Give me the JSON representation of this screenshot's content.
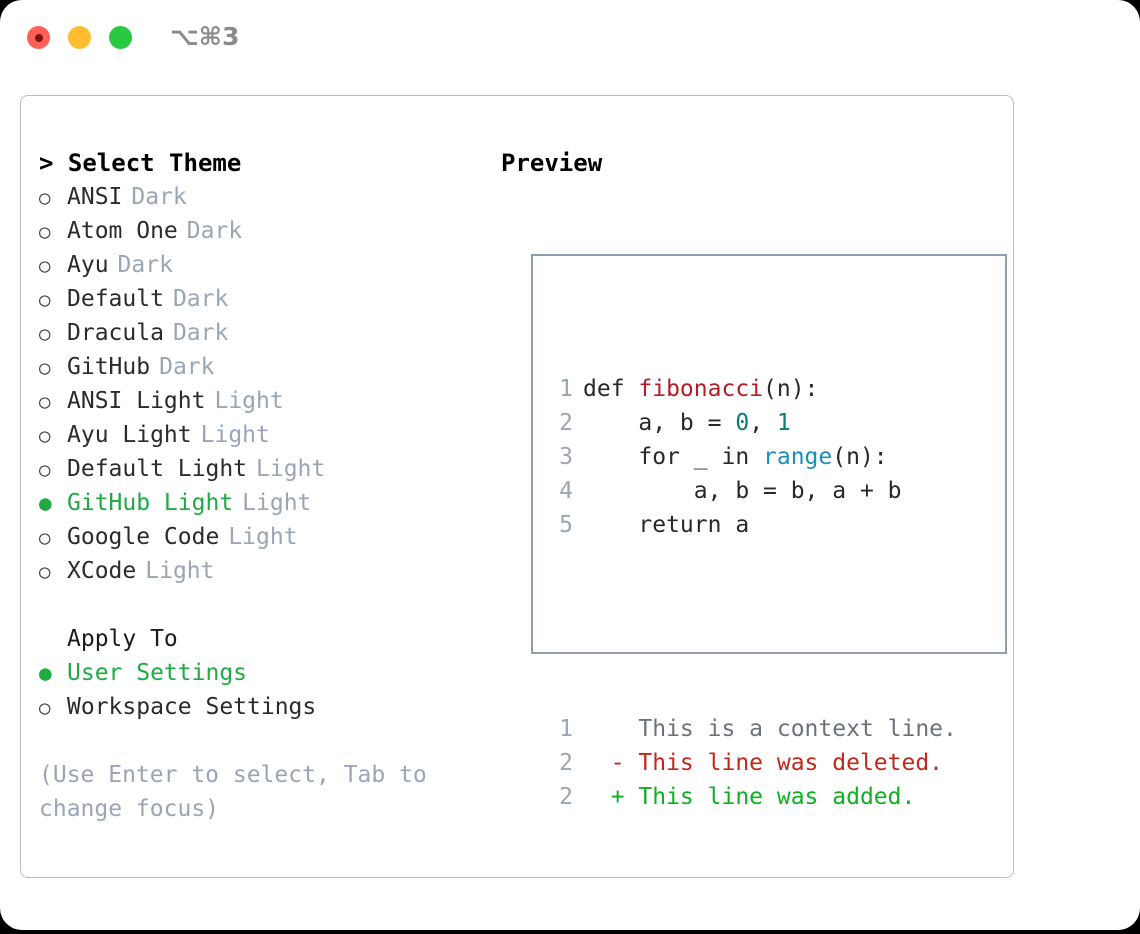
{
  "titlebar": {
    "shortcut": "⌥⌘3",
    "buttons": [
      {
        "name": "close",
        "color": "#ff5f57"
      },
      {
        "name": "minimize",
        "color": "#febc2e"
      },
      {
        "name": "zoom",
        "color": "#28c840"
      }
    ]
  },
  "theme_panel": {
    "heading": "> Select Theme",
    "items": [
      {
        "marker": "○",
        "name": "ANSI",
        "tag": "Dark",
        "selected": false
      },
      {
        "marker": "○",
        "name": "Atom One",
        "tag": "Dark",
        "selected": false
      },
      {
        "marker": "○",
        "name": "Ayu",
        "tag": "Dark",
        "selected": false
      },
      {
        "marker": "○",
        "name": "Default",
        "tag": "Dark",
        "selected": false
      },
      {
        "marker": "○",
        "name": "Dracula",
        "tag": "Dark",
        "selected": false
      },
      {
        "marker": "○",
        "name": "GitHub",
        "tag": "Dark",
        "selected": false
      },
      {
        "marker": "○",
        "name": "ANSI Light",
        "tag": "Light",
        "selected": false
      },
      {
        "marker": "○",
        "name": "Ayu Light",
        "tag": "Light",
        "selected": false
      },
      {
        "marker": "○",
        "name": "Default Light",
        "tag": "Light",
        "selected": false
      },
      {
        "marker": "●",
        "name": "GitHub Light",
        "tag": "Light",
        "selected": true
      },
      {
        "marker": "○",
        "name": "Google Code",
        "tag": "Light",
        "selected": false
      },
      {
        "marker": "○",
        "name": "XCode",
        "tag": "Light",
        "selected": false
      }
    ]
  },
  "apply_to": {
    "heading": "Apply To",
    "options": [
      {
        "marker": "●",
        "label": "User Settings",
        "selected": true
      },
      {
        "marker": "○",
        "label": "Workspace Settings",
        "selected": false
      }
    ]
  },
  "hint": "(Use Enter to select, Tab to change focus)",
  "preview": {
    "heading": "Preview",
    "code_lines": [
      {
        "num": "1",
        "segments": [
          {
            "t": "def ",
            "c": "src"
          },
          {
            "t": "fibonacci",
            "c": "tok-fn"
          },
          {
            "t": "(n):",
            "c": "src"
          }
        ]
      },
      {
        "num": "2",
        "segments": [
          {
            "t": "    a, b = ",
            "c": "src"
          },
          {
            "t": "0",
            "c": "tok-num"
          },
          {
            "t": ", ",
            "c": "src"
          },
          {
            "t": "1",
            "c": "tok-num"
          }
        ]
      },
      {
        "num": "3",
        "segments": [
          {
            "t": "    for _ in ",
            "c": "src"
          },
          {
            "t": "range",
            "c": "tok-bi"
          },
          {
            "t": "(n):",
            "c": "src"
          }
        ]
      },
      {
        "num": "4",
        "segments": [
          {
            "t": "        a, b = b, a + b",
            "c": "src"
          }
        ]
      },
      {
        "num": "5",
        "segments": [
          {
            "t": "    return a",
            "c": "src"
          }
        ]
      }
    ],
    "diff_lines": [
      {
        "num": "1",
        "marker": " ",
        "text": "This is a context line.",
        "kind": "diff-ctx"
      },
      {
        "num": "2",
        "marker": "-",
        "text": "This line was deleted.",
        "kind": "diff-del"
      },
      {
        "num": "2",
        "marker": "+",
        "text": "This line was added.",
        "kind": "diff-add"
      }
    ]
  },
  "colors": {
    "selected_green": "#1faa42",
    "tag_gray": "#9aa5b5",
    "diff_added": "#0fb020",
    "diff_deleted": "#c0281a",
    "function_name": "#b31d28",
    "number_literal": "#0a7c72",
    "builtin": "#1a8fbf",
    "border": "#8e9fb0"
  }
}
